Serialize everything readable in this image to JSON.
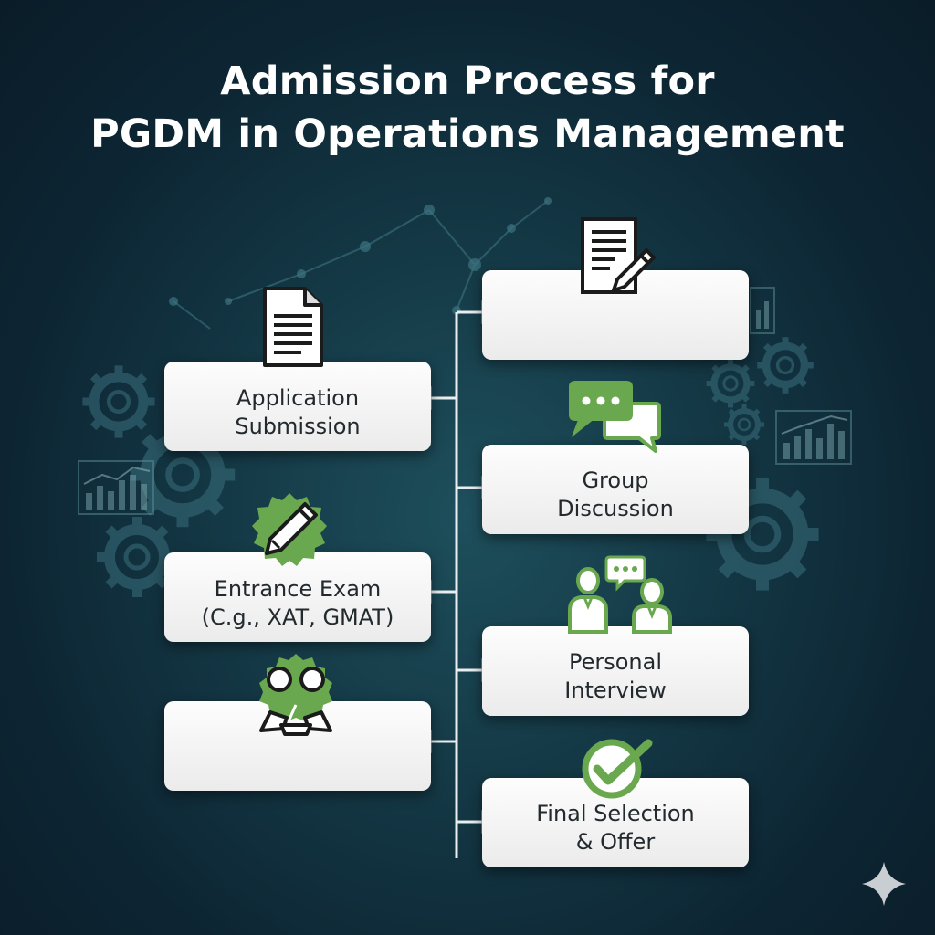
{
  "title": {
    "line1": "Admission Process for",
    "line2": "PGDM in Operations Management"
  },
  "steps": {
    "left": [
      {
        "label": "Application\nSubmission",
        "icon": "document-icon"
      },
      {
        "label": "Entrance Exam\n(C.g., XAT, GMAT)",
        "icon": "pencil-badge-icon"
      },
      {
        "label": "",
        "icon": "students-discussion-icon"
      }
    ],
    "right": [
      {
        "label": "",
        "icon": "form-edit-icon"
      },
      {
        "label": "Group\nDiscussion",
        "icon": "chat-bubbles-icon"
      },
      {
        "label": "Personal\nInterview",
        "icon": "interview-people-icon"
      },
      {
        "label": "Final Selection\n& Offer",
        "icon": "checkmark-badge-icon"
      }
    ]
  },
  "colors": {
    "accent_green": "#6aa84f",
    "background_dark": "#0d2533",
    "card_fill": "#f4f4f4",
    "text_dark": "#222a2e"
  }
}
